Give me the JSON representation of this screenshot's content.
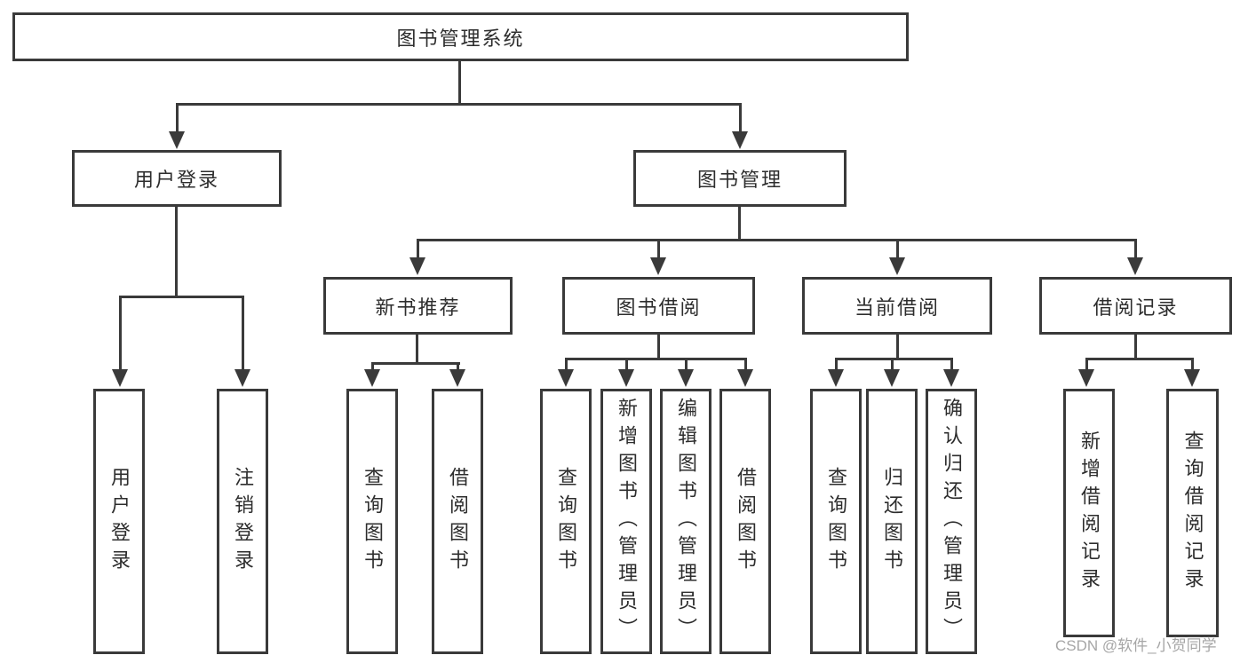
{
  "diagram": {
    "title": "图书管理系统",
    "level2": {
      "user_login": "用户登录",
      "book_mgmt": "图书管理"
    },
    "level3": {
      "new_books": "新书推荐",
      "book_borrow": "图书借阅",
      "current_borrow": "当前借阅",
      "borrow_records": "借阅记录"
    },
    "leaves": {
      "user_login": [
        "用户登录",
        "注销登录"
      ],
      "new_books": [
        "查询图书",
        "借阅图书"
      ],
      "book_borrow": [
        "查询图书",
        "新增图书（管理员）",
        "编辑图书（管理员）",
        "借阅图书"
      ],
      "current_borrow": [
        "查询图书",
        "归还图书",
        "确认归还（管理员）"
      ],
      "borrow_records": [
        "新增借阅记录",
        "查询借阅记录"
      ]
    }
  },
  "watermark": "CSDN @软件_小贺同学",
  "colors": {
    "line": "#3a3a3a",
    "text": "#2d2d2d",
    "watermark": "#a6a6a6",
    "background": "#ffffff"
  }
}
